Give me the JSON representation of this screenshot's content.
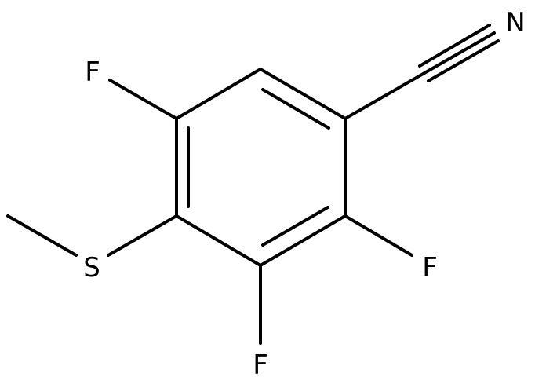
{
  "molecule": {
    "atoms": {
      "fluorine_top": "F",
      "nitrogen": "N",
      "sulfur": "S",
      "fluorine_right": "F",
      "fluorine_bottom": "F"
    },
    "colors": {
      "bond": "#000000",
      "label": "#000000",
      "background": "#ffffff"
    }
  }
}
